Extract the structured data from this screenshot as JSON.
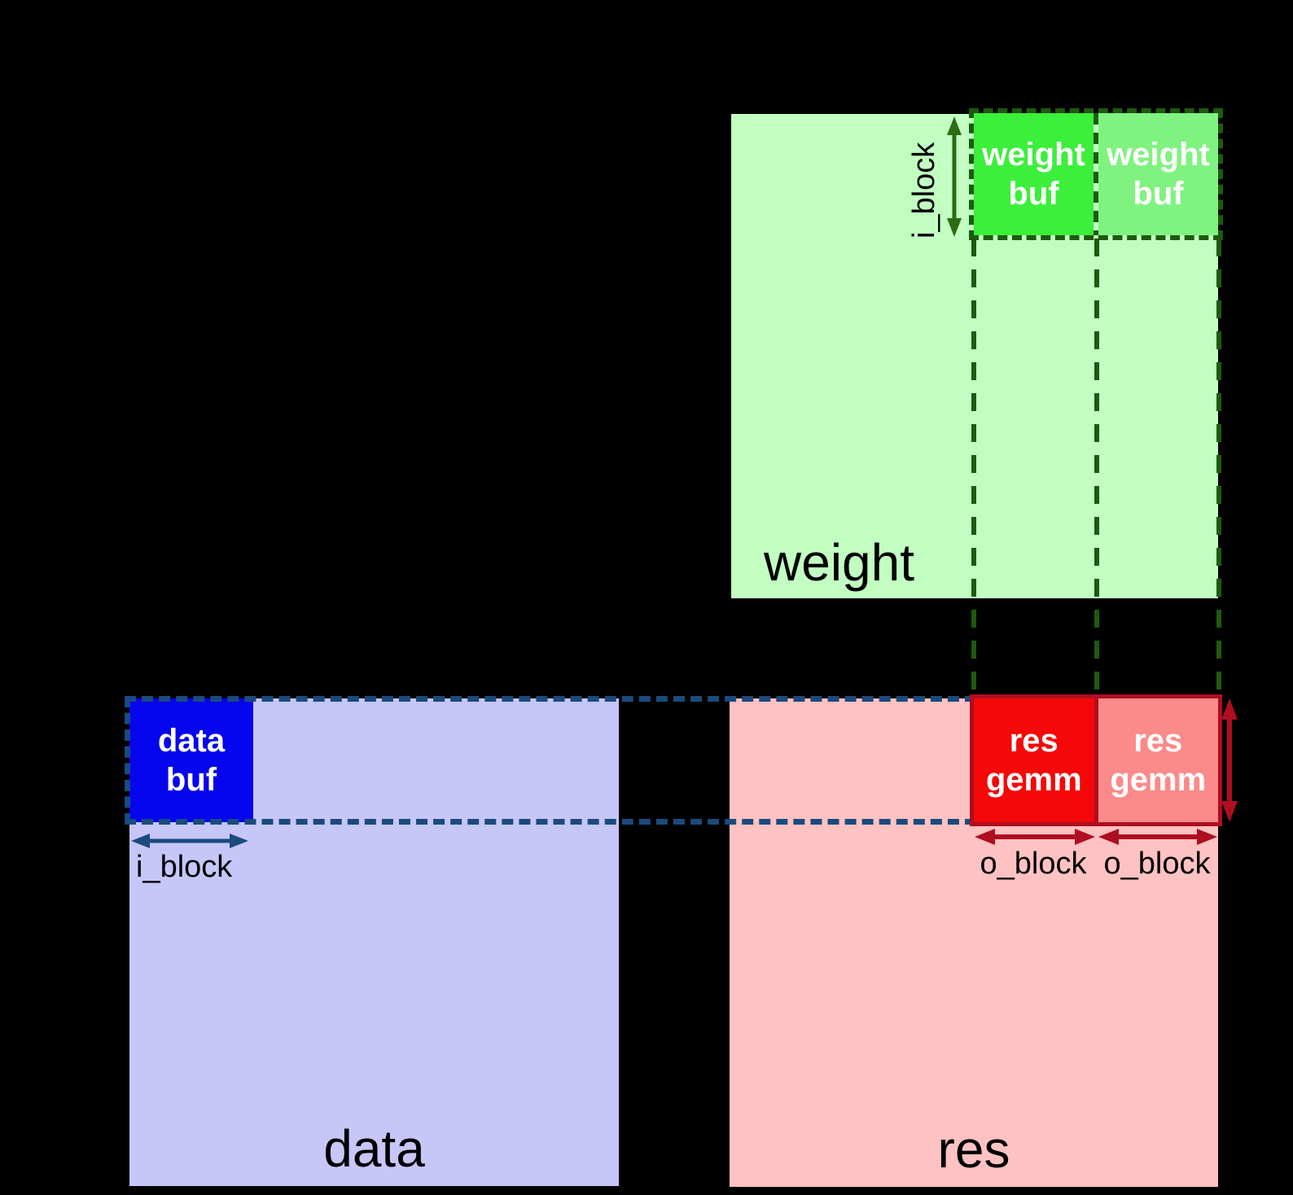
{
  "weight_matrix": {
    "label": "weight",
    "buf1_label": "weight\nbuf",
    "buf2_label": "weight\nbuf",
    "i_block_label": "i_block"
  },
  "data_matrix": {
    "label": "data",
    "buf_label": "data\nbuf",
    "i_block_label": "i_block"
  },
  "res_matrix": {
    "label": "res",
    "gemm1_label": "res\ngemm",
    "gemm2_label": "res\ngemm",
    "o_block_label_1": "o_block",
    "o_block_label_2": "o_block"
  },
  "colors": {
    "background": "#000000",
    "weight_fill": "#c2fec2",
    "weight_buf_fill": "#3bef3b",
    "weight_buf_fill_light": "#80f280",
    "green_dash": "#1e5a0e",
    "green_arrow": "#2e6b12",
    "data_fill": "#c6c6f8",
    "data_buf_fill": "#0505ee",
    "blue_dash": "#1b4a7e",
    "res_fill": "#ffc2c2",
    "res_gemm_fill": "#f50808",
    "res_gemm_fill_light": "#fb8a8a",
    "red_accent": "#ae0e20",
    "matrix_label_color": "#000000",
    "buf_label_color": "#ffffff"
  }
}
